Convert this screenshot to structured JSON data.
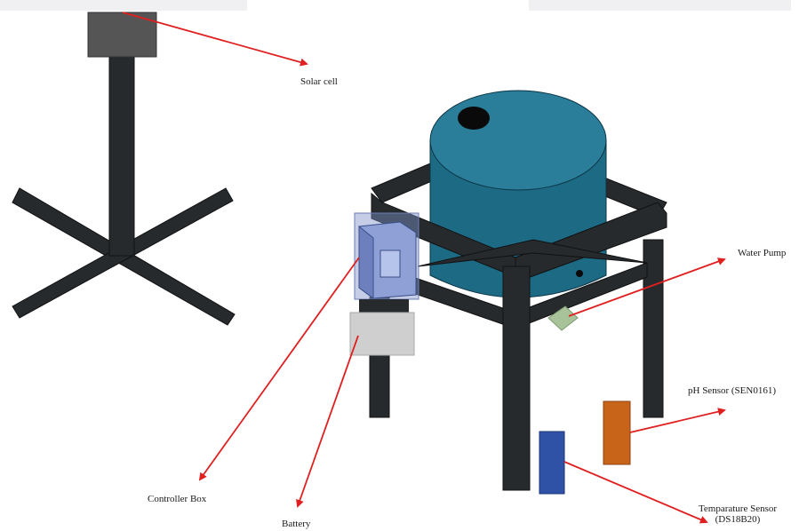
{
  "labels": {
    "solar_cell": "Solar cell",
    "water_pump": "Water Pump",
    "ph_sensor": "pH Sensor (SEN0161)",
    "temperature_sensor_line1": "Temparature Sensor",
    "temperature_sensor_line2": "(DS18B20)",
    "controller_box": "Controller Box",
    "battery": "Battery"
  },
  "colors": {
    "frame": "#262a2d",
    "tank": "#1d6a85",
    "tank_top": "#2a7e9a",
    "solar_panel": "#555555",
    "controller_box": "#7f92c8",
    "battery": "#cfcfcf",
    "water_pump": "#a8c29a",
    "ph_sensor": "#c8631a",
    "temperature_sensor": "#2f51a6",
    "arrow": "#e02020"
  }
}
